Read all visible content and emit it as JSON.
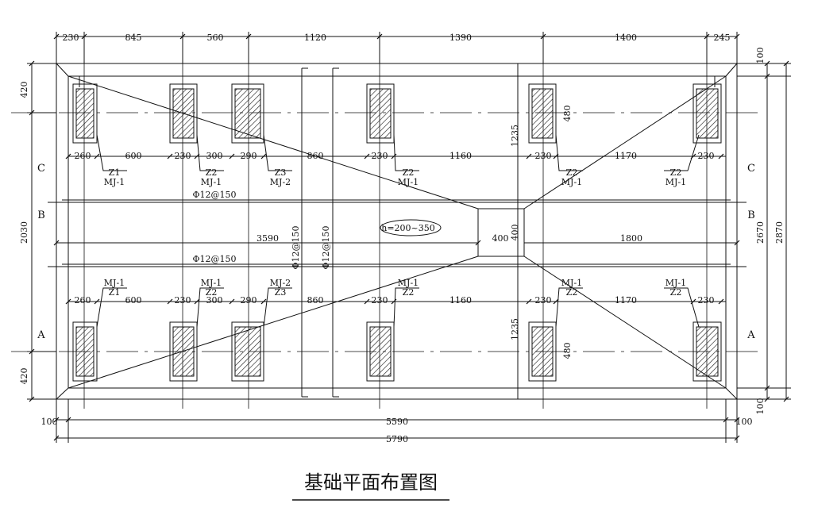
{
  "title": "基础平面布置图",
  "top_dims": [
    "230",
    "845",
    "560",
    "1120",
    "1390",
    "1400",
    "245"
  ],
  "bottom_dims": {
    "left": "100",
    "mid": "5590",
    "right": "100",
    "overall": "5790"
  },
  "left_dims": [
    "420",
    "2030",
    "420"
  ],
  "right_dims": {
    "top": "100",
    "bottom": "100",
    "inner": "2670",
    "overall": "2870"
  },
  "axes": {
    "C": "C",
    "B": "B",
    "A": "A"
  },
  "row_dims": [
    "260",
    "600",
    "230",
    "300",
    "290",
    "860",
    "230",
    "1160",
    "230",
    "1170",
    "230"
  ],
  "upper_labels": [
    {
      "z": "Z1",
      "mj": "MJ-1"
    },
    {
      "z": "Z2",
      "mj": "MJ-1"
    },
    {
      "z": "Z3",
      "mj": "MJ-2"
    },
    {
      "z": "Z2",
      "mj": "MJ-1"
    },
    {
      "z": "Z2",
      "mj": "MJ-1"
    },
    {
      "z": "Z2",
      "mj": "MJ-1"
    }
  ],
  "lower_labels": [
    {
      "z": "Z1",
      "mj": "MJ-1"
    },
    {
      "z": "Z2",
      "mj": "MJ-1"
    },
    {
      "z": "Z3",
      "mj": "MJ-2"
    },
    {
      "z": "Z2",
      "mj": "MJ-1"
    },
    {
      "z": "Z2",
      "mj": "MJ-1"
    },
    {
      "z": "Z2",
      "mj": "MJ-1"
    }
  ],
  "rebar": {
    "h1": "Φ12@150",
    "h2": "Φ12@150",
    "v1": "Φ12@150",
    "v2": "Φ12@150"
  },
  "misc": {
    "h_label": "h=200~350",
    "d3590": "3590",
    "d1800": "1800",
    "d400h": "400",
    "d400v": "400",
    "d1235a": "1235",
    "d1235b": "1235",
    "d480a": "480",
    "d480b": "480"
  }
}
